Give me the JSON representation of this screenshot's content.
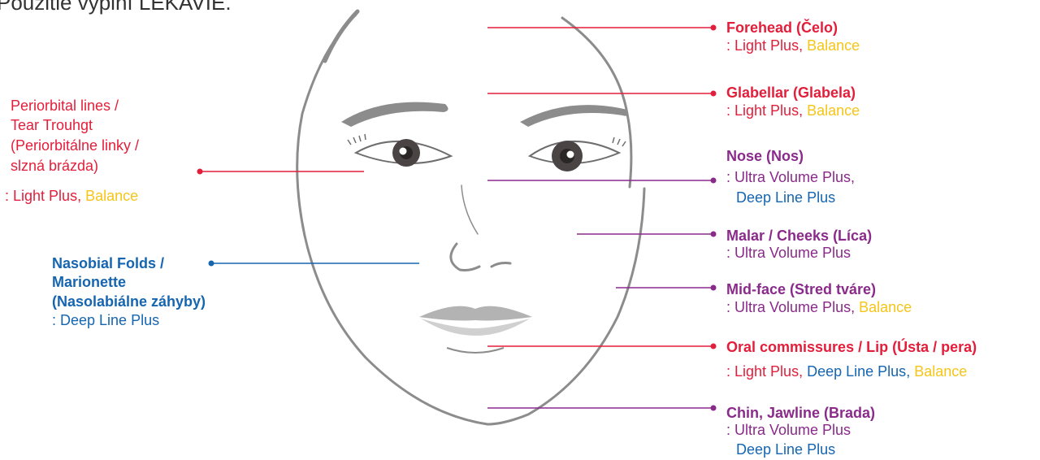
{
  "header_partial": "Použitie výplní LEKAVIE.",
  "colors": {
    "red": "#e31e3a",
    "yellow": "#f5c518",
    "purple": "#8a2a8a",
    "blue": "#1565b0",
    "face": "#8c8c8c"
  },
  "labels": {
    "forehead": {
      "title": "Forehead  (Čelo)",
      "colon": ": ",
      "p1": "Light Plus",
      "sep": ", ",
      "p2": "Balance"
    },
    "glabellar": {
      "title": "Glabellar  (Glabela)",
      "colon": ": ",
      "p1": "Light Plus",
      "sep": ", ",
      "p2": "Balance"
    },
    "nose": {
      "title": "Nose  (Nos)",
      "line1": ": Ultra Volume Plus,",
      "line2": "Deep Line Plus"
    },
    "malar": {
      "title": "Malar / Cheeks  (Líca)",
      "line1": ": Ultra Volume Plus"
    },
    "midface": {
      "title": "Mid-face  (Stred tváre)",
      "colon": ": ",
      "p1": "Ultra Volume Plus",
      "sep": ", ",
      "p2": "Balance"
    },
    "oral": {
      "title": "Oral commissures / Lip (Ústa / pera)",
      "colon": ": ",
      "p1": "Light Plus",
      "sep1": ", ",
      "p2": "Deep Line Plus",
      "sep2": ", ",
      "p3": "Balance"
    },
    "chin": {
      "title": "Chin, Jawline  (Brada)",
      "line1": ": Ultra Volume Plus",
      "line2": "Deep Line Plus"
    },
    "periorbital": {
      "l1": "Periorbital lines /",
      "l2": "Tear Trouhgt",
      "l3": "(Periorbitálne linky /",
      "l4": "slzná brázda)",
      "colon": ": ",
      "p1": "Light Plus",
      "sep": ", ",
      "p2": "Balance"
    },
    "nasolabial": {
      "l1": "Nasobial Folds /",
      "l2": "Marionette",
      "l3": "(Nasolabiálne záhyby)",
      "l4": ": Deep Line Plus"
    }
  }
}
